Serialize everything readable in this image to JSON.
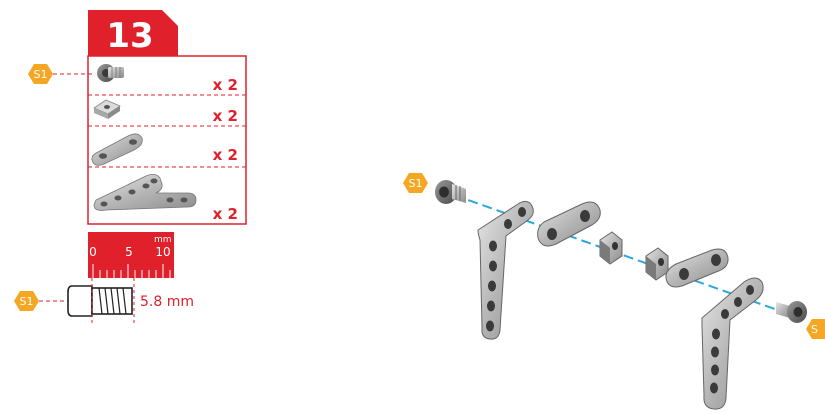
{
  "step": {
    "number": "13"
  },
  "colors": {
    "accent": "#e0202a",
    "hex_badge": "#f5a623",
    "axis_line": "#2aa8e0",
    "metal": "#b8b8b8"
  },
  "parts_list": [
    {
      "icon": "screw-icon",
      "callout": "S1",
      "quantity": "x 2"
    },
    {
      "icon": "square-nut-icon",
      "quantity": "x 2"
    },
    {
      "icon": "two-hole-strip-icon",
      "quantity": "x 2"
    },
    {
      "icon": "l-bracket-icon",
      "quantity": "x 2"
    }
  ],
  "ruler": {
    "unit": "mm",
    "ticks": [
      "0",
      "5",
      "10"
    ]
  },
  "screw_detail": {
    "callout": "S1",
    "length_label": "5.8 mm"
  },
  "assembly": {
    "callout_left": "S1",
    "callout_right": "S"
  }
}
